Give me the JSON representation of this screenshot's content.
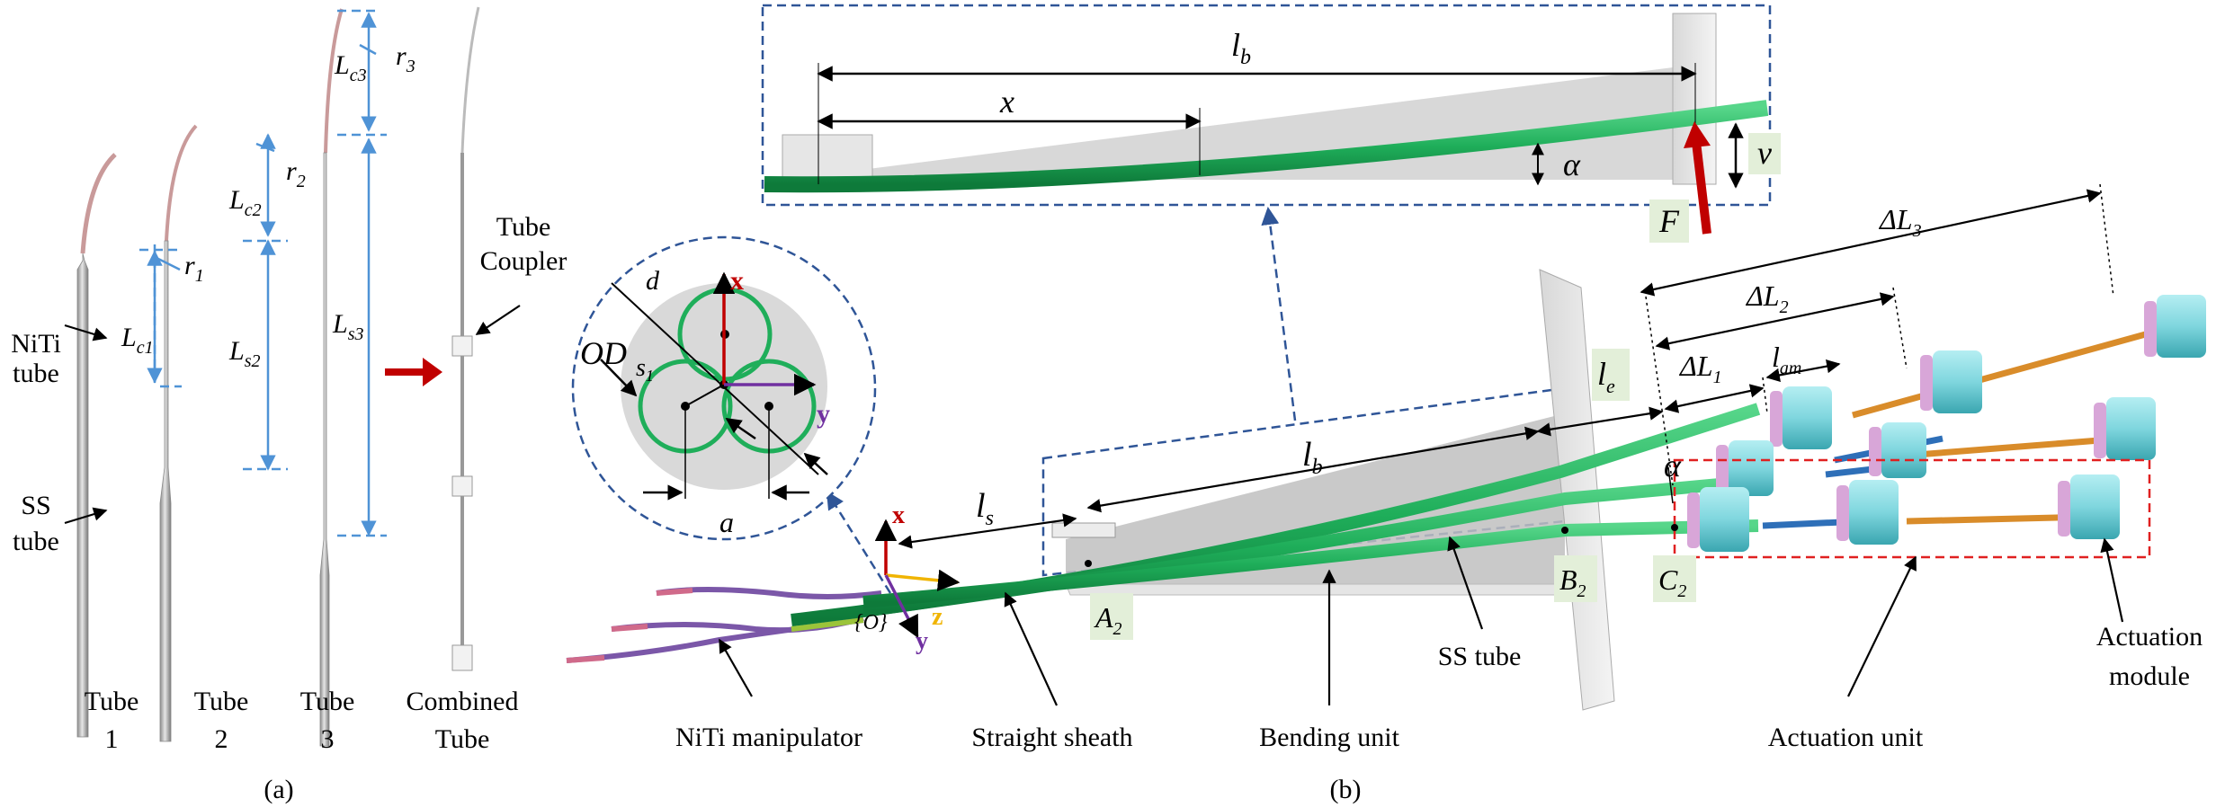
{
  "panel_a": {
    "caption": "(a)",
    "tubes": [
      {
        "name_line1": "Tube",
        "name_line2": "1",
        "curved_len": "L",
        "curved_sub": "c1",
        "straight_len": "",
        "straight_sub": "",
        "radius": "r",
        "radius_sub": "1"
      },
      {
        "name_line1": "Tube",
        "name_line2": "2",
        "curved_len": "L",
        "curved_sub": "c2",
        "straight_len": "L",
        "straight_sub": "s2",
        "radius": "r",
        "radius_sub": "2"
      },
      {
        "name_line1": "Tube",
        "name_line2": "3",
        "curved_len": "L",
        "curved_sub": "c3",
        "straight_len": "L",
        "straight_sub": "s3",
        "radius": "r",
        "radius_sub": "3"
      }
    ],
    "niti_label_line1": "NiTi",
    "niti_label_line2": "tube",
    "ss_label_line1": "SS",
    "ss_label_line2": "tube",
    "coupler_line1": "Tube",
    "coupler_line2": "Coupler",
    "combined_line1": "Combined",
    "combined_line2": "Tube"
  },
  "panel_b": {
    "caption": "(b)",
    "labels": {
      "niti_manipulator": "NiTi manipulator",
      "straight_sheath": "Straight sheath",
      "bending_unit": "Bending unit",
      "ss_tube": "SS tube",
      "actuation_unit": "Actuation unit",
      "actuation_module_line1": "Actuation",
      "actuation_module_line2": "module"
    },
    "dims": {
      "ls": "l",
      "ls_sub": "s",
      "lb": "l",
      "lb_sub": "b",
      "le": "l",
      "le_sub": "e",
      "lam": "l",
      "lam_sub": "am",
      "dL1": "ΔL",
      "dL1_sub": "1",
      "dL2": "ΔL",
      "dL2_sub": "2",
      "dL3": "ΔL",
      "dL3_sub": "3",
      "alpha": "α"
    },
    "points": {
      "A2": "A",
      "A2_sub": "2",
      "B2": "B",
      "B2_sub": "2",
      "C2": "C",
      "C2_sub": "2",
      "origin": "{O}"
    },
    "axes": {
      "x": "x",
      "y": "y",
      "z": "z"
    },
    "cross_section": {
      "d": "d",
      "OD": "OD",
      "s": "s",
      "s_sub": "1",
      "a": "a",
      "x": "x",
      "y": "y"
    },
    "inset": {
      "lb": "l",
      "lb_sub": "b",
      "x": "x",
      "alpha": "α",
      "v": "v",
      "F": "F"
    }
  },
  "colors": {
    "green_tube": "#1fae5a",
    "dim_blue": "#4f93d6",
    "dash_blue": "#2f5597",
    "red_arrow": "#c00000",
    "cyan_module": "#7fd6de",
    "pink_module": "#d8a6d8",
    "orange_rod": "#d98c2a",
    "blue_rod": "#2e6fb8",
    "label_bg": "#e3efd9",
    "purple_axis": "#7030a0",
    "yellow_axis": "#f0b400"
  }
}
